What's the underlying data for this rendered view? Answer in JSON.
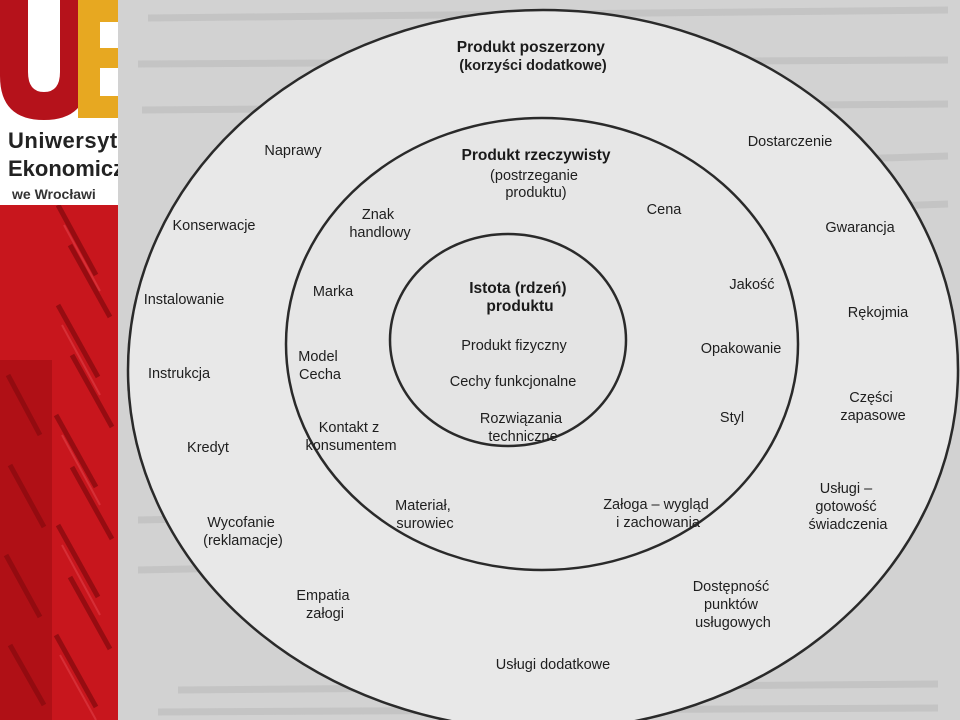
{
  "brand": {
    "logo": "UE",
    "line1": "Uniwersyt",
    "line2": "Ekonomicz",
    "line3": "we Wrocławi"
  },
  "colors": {
    "logo_red": "#b5121b",
    "logo_gold": "#e7a821",
    "strip_red": "#c8161d",
    "strip_dark": "#8e0b10",
    "paper": "#d2d2d2",
    "ink": "#1e1e1e"
  },
  "diagram": {
    "outer_ring": {
      "title": [
        "Produkt poszerzony",
        "(korzyści dodatkowe)"
      ],
      "items": [
        {
          "name": "naprawy",
          "lines": [
            "Naprawy"
          ]
        },
        {
          "name": "dostarczenie",
          "lines": [
            "Dostarczenie"
          ]
        },
        {
          "name": "konserwacje",
          "lines": [
            "Konserwacje"
          ]
        },
        {
          "name": "gwarancja",
          "lines": [
            "Gwarancja"
          ]
        },
        {
          "name": "instalowanie",
          "lines": [
            "Instalowanie"
          ]
        },
        {
          "name": "rekojmia",
          "lines": [
            "Rękojmia"
          ]
        },
        {
          "name": "instrukcja",
          "lines": [
            "Instrukcja"
          ]
        },
        {
          "name": "czesci-zapasowe",
          "lines": [
            "Części",
            "zapasowe"
          ]
        },
        {
          "name": "kredyt",
          "lines": [
            "Kredyt"
          ]
        },
        {
          "name": "uslugi-gotowosc",
          "lines": [
            "Usługi –",
            "gotowość",
            "świadczenia"
          ]
        },
        {
          "name": "wycofanie",
          "lines": [
            "Wycofanie",
            "(reklamacje)"
          ]
        },
        {
          "name": "dostepnosc",
          "lines": [
            "Dostępność",
            "punktów",
            "usługowych"
          ]
        },
        {
          "name": "empatia",
          "lines": [
            "Empatia",
            "załogi"
          ]
        },
        {
          "name": "uslugi-dodatkowe",
          "lines": [
            "Usługi dodatkowe"
          ]
        }
      ]
    },
    "middle_ring": {
      "title": [
        "Produkt rzeczywisty"
      ],
      "subtitle": [
        "(postrzeganie",
        "produktu)"
      ],
      "items": [
        {
          "name": "znak-handlowy",
          "lines": [
            "Znak",
            "handlowy"
          ]
        },
        {
          "name": "cena",
          "lines": [
            "Cena"
          ]
        },
        {
          "name": "marka",
          "lines": [
            "Marka"
          ]
        },
        {
          "name": "jakosc",
          "lines": [
            "Jakość"
          ]
        },
        {
          "name": "model-cecha",
          "lines": [
            "Model",
            "Cecha"
          ]
        },
        {
          "name": "opakowanie",
          "lines": [
            "Opakowanie"
          ]
        },
        {
          "name": "kontakt",
          "lines": [
            "Kontakt z",
            "konsumentem"
          ]
        },
        {
          "name": "styl",
          "lines": [
            "Styl"
          ]
        },
        {
          "name": "material",
          "lines": [
            "Materiał,",
            "surowiec"
          ]
        },
        {
          "name": "zaloga",
          "lines": [
            "Załoga – wygląd",
            "i zachowania"
          ]
        }
      ]
    },
    "core": {
      "title": [
        "Istota (rdzeń)",
        "produktu"
      ],
      "items": [
        {
          "name": "produkt-fizyczny",
          "lines": [
            "Produkt fizyczny"
          ]
        },
        {
          "name": "cechy-funkcjonalne",
          "lines": [
            "Cechy funkcjonalne"
          ]
        },
        {
          "name": "rozwiazania",
          "lines": [
            "Rozwiązania",
            "techniczne"
          ]
        }
      ]
    }
  }
}
